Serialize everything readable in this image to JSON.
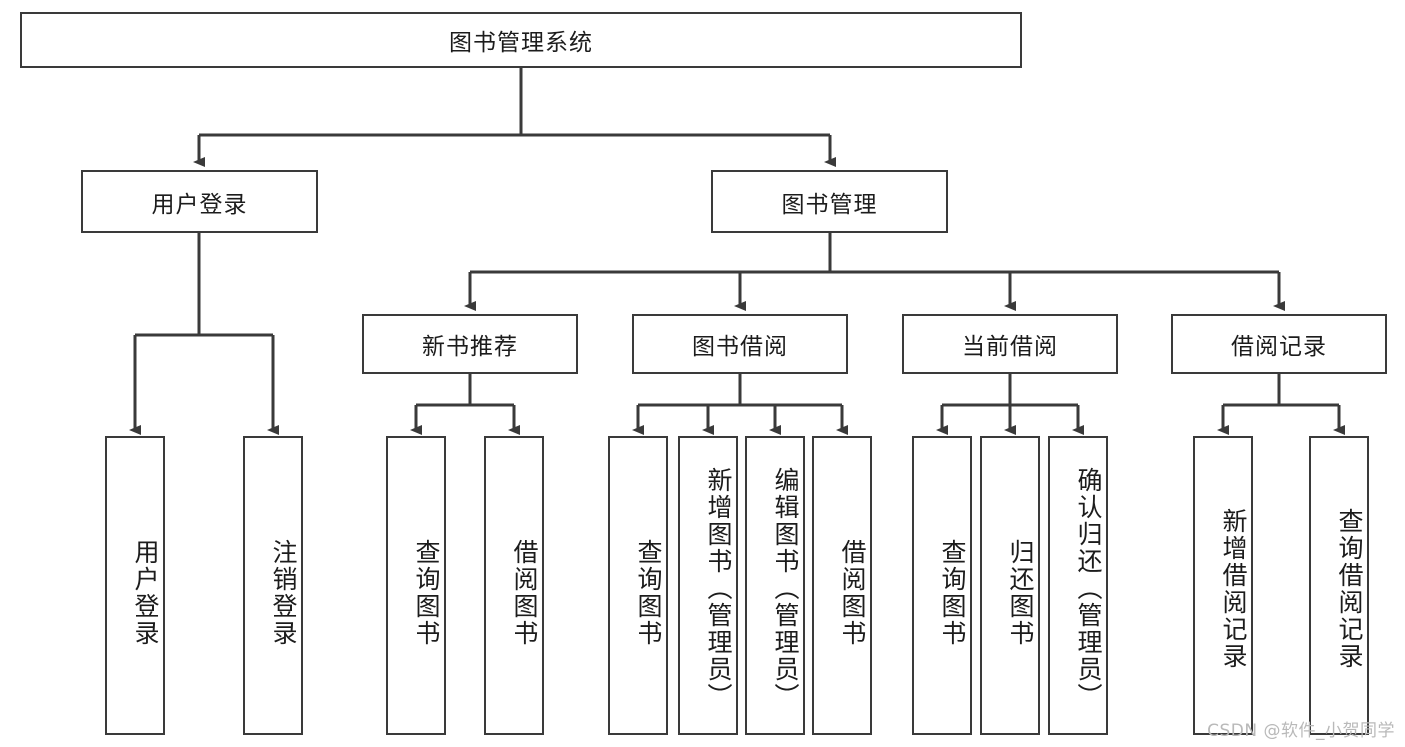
{
  "diagram": {
    "title": "图书管理系统",
    "root": {
      "label": "图书管理系统"
    },
    "level2": [
      {
        "label": "用户登录"
      },
      {
        "label": "图书管理"
      }
    ],
    "level3": [
      {
        "label": "新书推荐"
      },
      {
        "label": "图书借阅"
      },
      {
        "label": "当前借阅"
      },
      {
        "label": "借阅记录"
      }
    ],
    "leaves": {
      "user_login": [
        {
          "label": "用户登录"
        },
        {
          "label": "注销登录"
        }
      ],
      "new_book_recommend": [
        {
          "label": "查询图书"
        },
        {
          "label": "借阅图书"
        }
      ],
      "book_borrow": [
        {
          "label": "查询图书"
        },
        {
          "label": "新增图书（管理员）"
        },
        {
          "label": "编辑图书（管理员）"
        },
        {
          "label": "借阅图书"
        }
      ],
      "current_borrow": [
        {
          "label": "查询图书"
        },
        {
          "label": "归还图书"
        },
        {
          "label": "确认归还（管理员）"
        }
      ],
      "borrow_record": [
        {
          "label": "新增借阅记录"
        },
        {
          "label": "查询借阅记录"
        }
      ]
    }
  },
  "watermark": {
    "text": "CSDN @软件_小贺同学"
  },
  "colors": {
    "box_border": "#3a3a3a",
    "line": "#3a3a3a",
    "text": "#1c1c1c",
    "background": "#ffffff",
    "watermark": "#b9b9b9"
  }
}
